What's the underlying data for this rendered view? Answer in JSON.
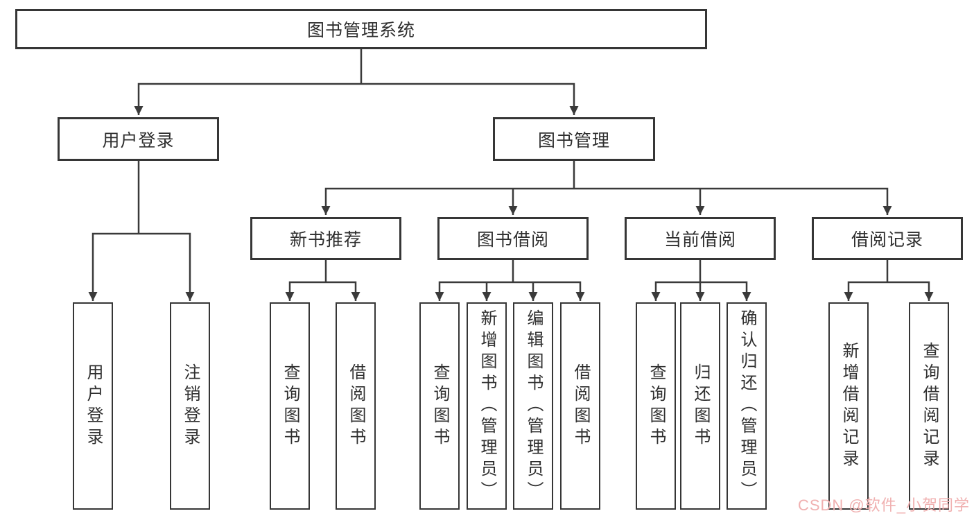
{
  "diagram": {
    "root": {
      "label": "图书管理系统"
    },
    "level1": [
      {
        "label": "用户登录"
      },
      {
        "label": "图书管理"
      }
    ],
    "level2": [
      {
        "label": "新书推荐"
      },
      {
        "label": "图书借阅"
      },
      {
        "label": "当前借阅"
      },
      {
        "label": "借阅记录"
      }
    ],
    "leaves": [
      {
        "label": "用户登录"
      },
      {
        "label": "注销登录"
      },
      {
        "label": "查询图书"
      },
      {
        "label": "借阅图书"
      },
      {
        "label": "查询图书"
      },
      {
        "label": "新增图书（管理员）"
      },
      {
        "label": "编辑图书（管理员）"
      },
      {
        "label": "借阅图书"
      },
      {
        "label": "查询图书"
      },
      {
        "label": "归还图书"
      },
      {
        "label": "确认归还（管理员）"
      },
      {
        "label": "新增借阅记录"
      },
      {
        "label": "查询借阅记录"
      }
    ],
    "watermark": "CSDN @软件_小贺同学",
    "colors": {
      "line": "#3a3a3a",
      "border": "#363636",
      "text": "#2f2f2f",
      "watermark": "#f0b0b0",
      "background": "#ffffff"
    }
  }
}
